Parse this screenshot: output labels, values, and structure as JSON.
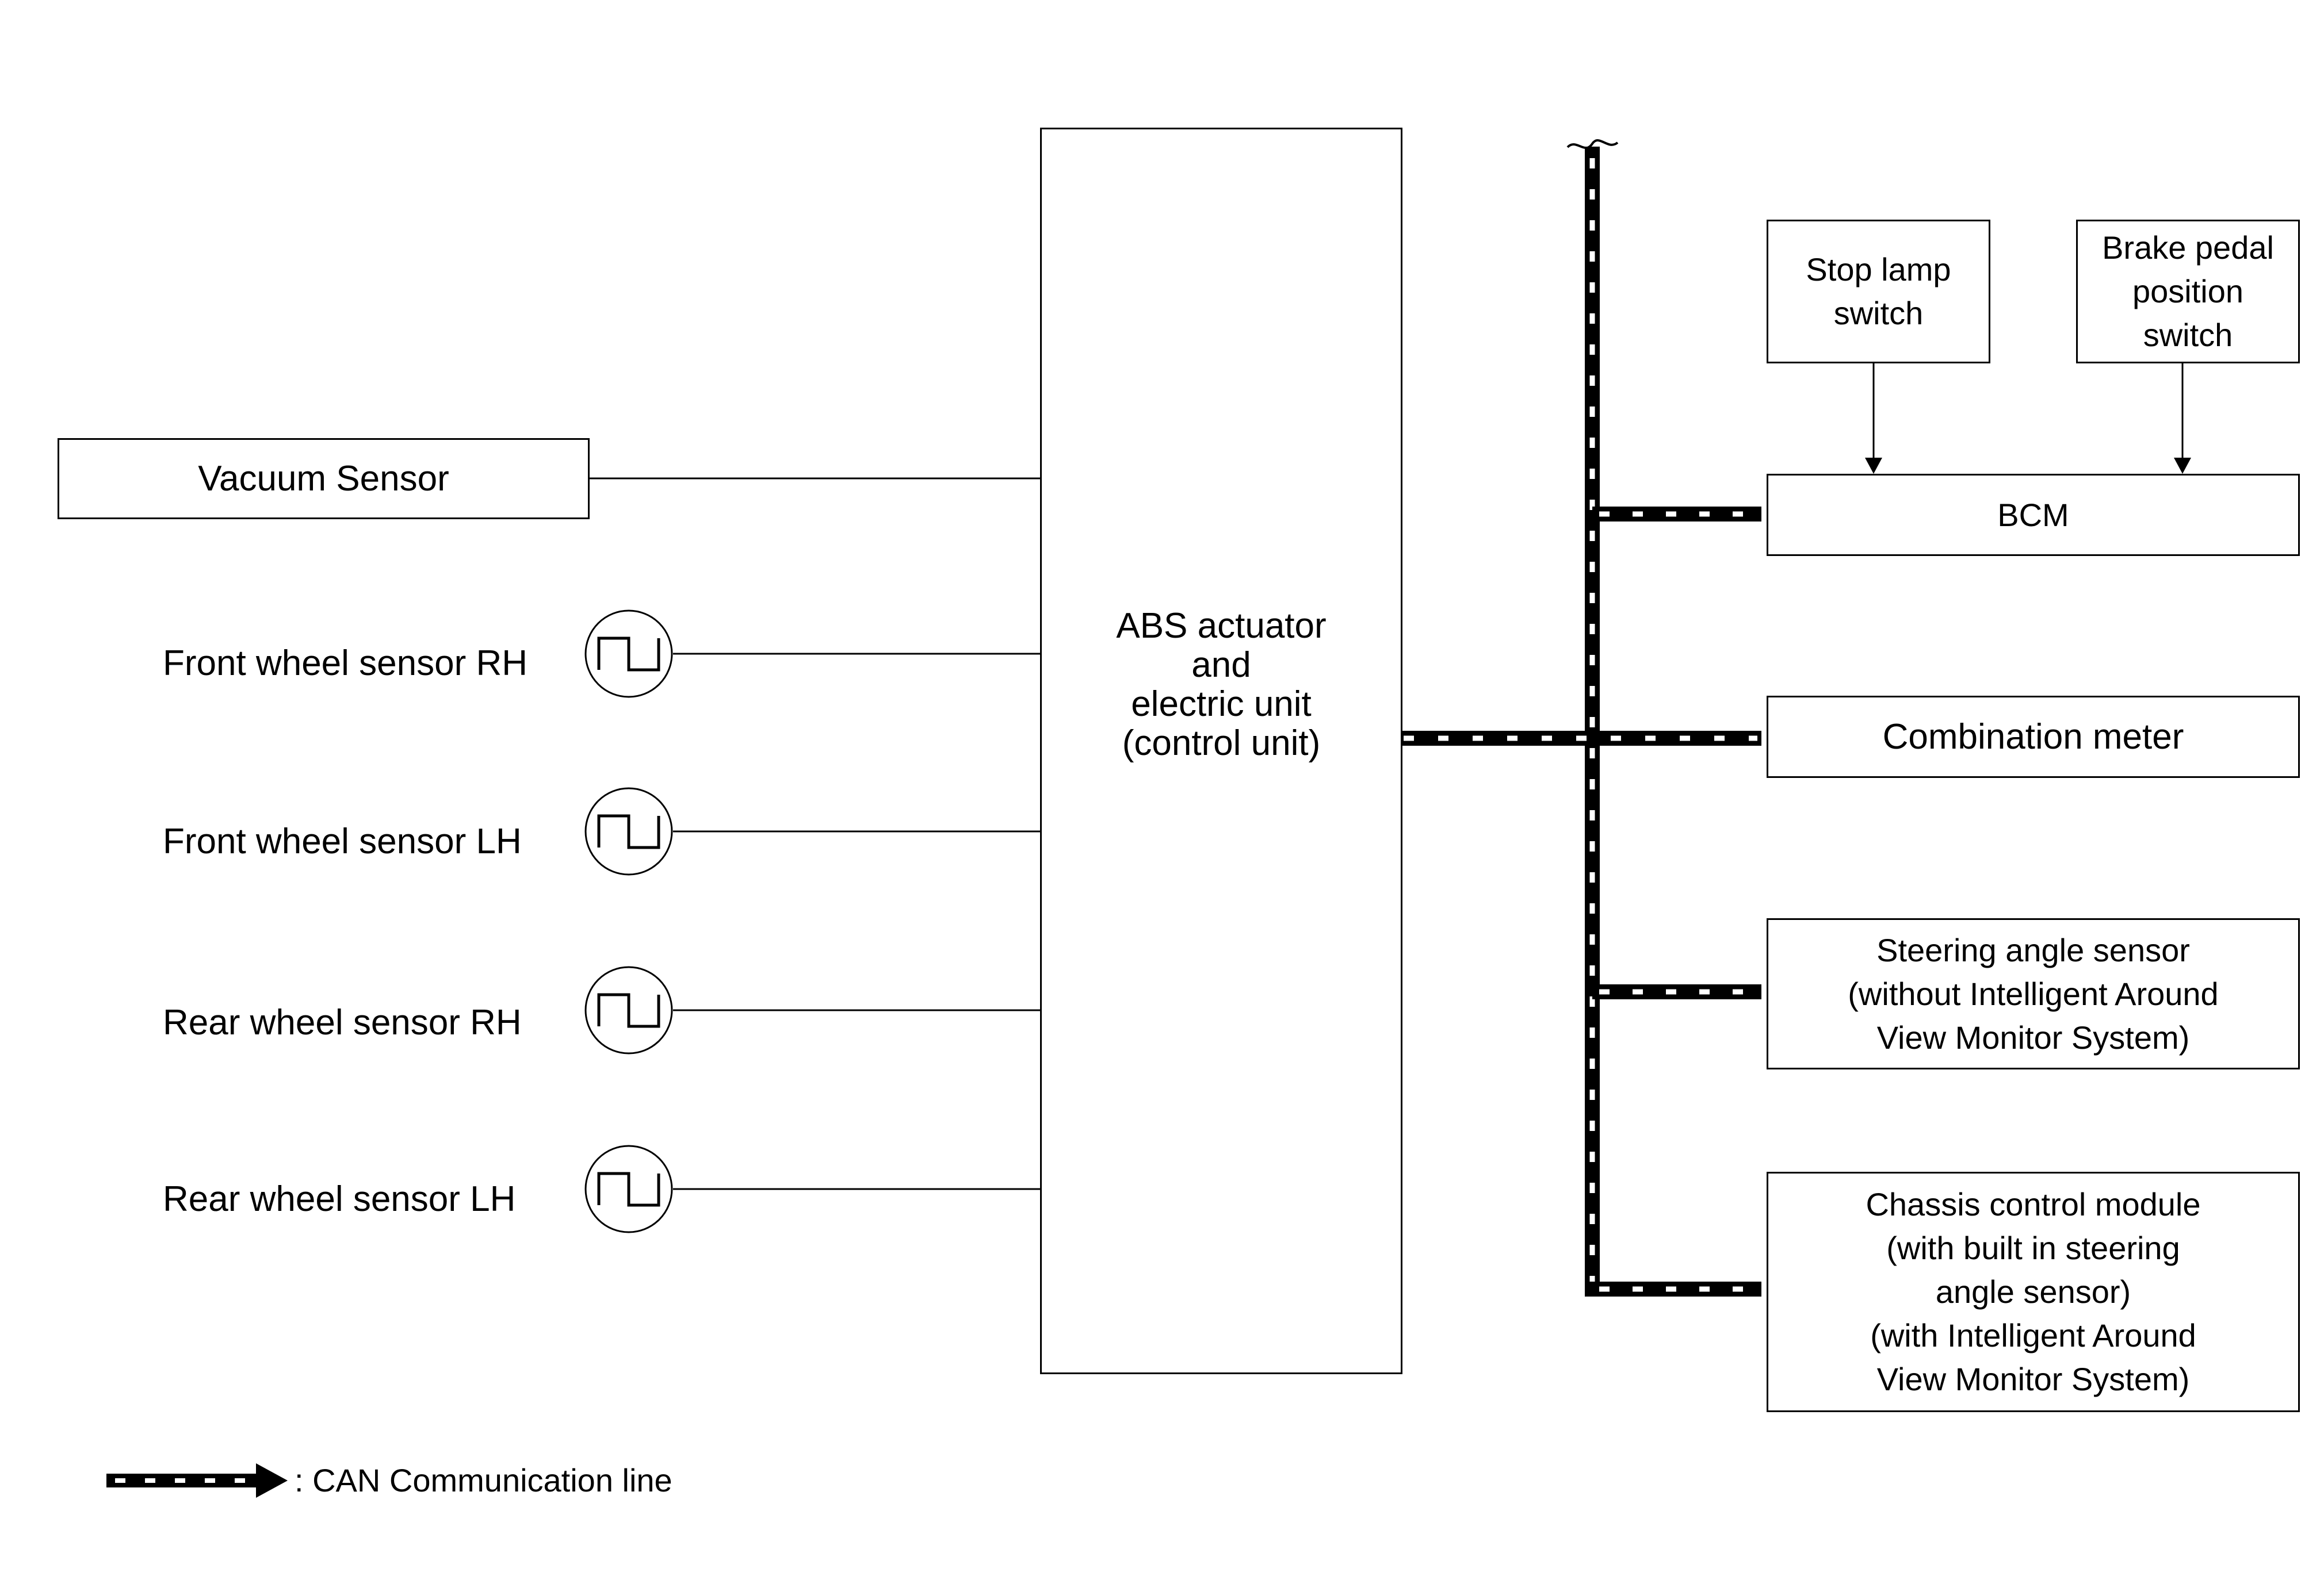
{
  "components": {
    "vacuum_sensor": "Vacuum Sensor",
    "front_wheel_sensor_rh": "Front wheel sensor RH",
    "front_wheel_sensor_lh": "Front wheel sensor LH",
    "rear_wheel_sensor_rh": "Rear wheel sensor RH",
    "rear_wheel_sensor_lh": "Rear wheel sensor LH",
    "abs_unit": [
      "ABS actuator",
      "and",
      "electric unit",
      "(control unit)"
    ],
    "stop_lamp_switch": [
      "Stop lamp",
      "switch"
    ],
    "brake_pedal_position_switch": [
      "Brake pedal",
      "position",
      "switch"
    ],
    "bcm": "BCM",
    "combination_meter": "Combination meter",
    "steering_angle_sensor": [
      "Steering angle sensor",
      "(without Intelligent Around",
      "View Monitor System)"
    ],
    "chassis_control_module": [
      "Chassis control module",
      "(with built in steering",
      "angle sensor)",
      "(with Intelligent Around",
      "View Monitor System)"
    ]
  },
  "legend": {
    "can_line": ": CAN Communication line"
  },
  "colors": {
    "line": "#000000",
    "background": "#ffffff",
    "can_segment": "#ffffff"
  }
}
